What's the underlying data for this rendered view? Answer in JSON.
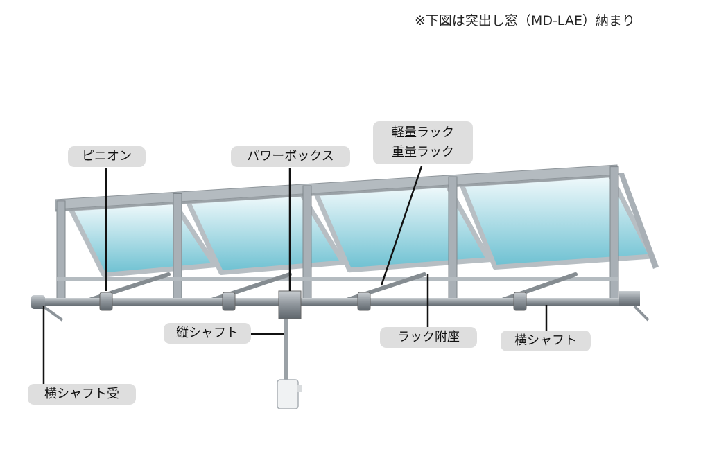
{
  "note": "※下図は突出し窓（MD-LAE）納まり",
  "labels": {
    "pinion": "ピニオン",
    "power_box": "パワーボックス",
    "rack_light": "軽量ラック",
    "rack_heavy": "重量ラック",
    "vertical_shaft": "縦シャフト",
    "rack_seat": "ラック附座",
    "horizontal_shaft": "横シャフト",
    "horizontal_shaft_bearing": "横シャフト受"
  },
  "colors": {
    "frame": "#a9b0b6",
    "glass_top": "#eef8fb",
    "glass_bottom": "#6fc3d3",
    "label_bg": "#dedede",
    "leader": "#111111"
  }
}
